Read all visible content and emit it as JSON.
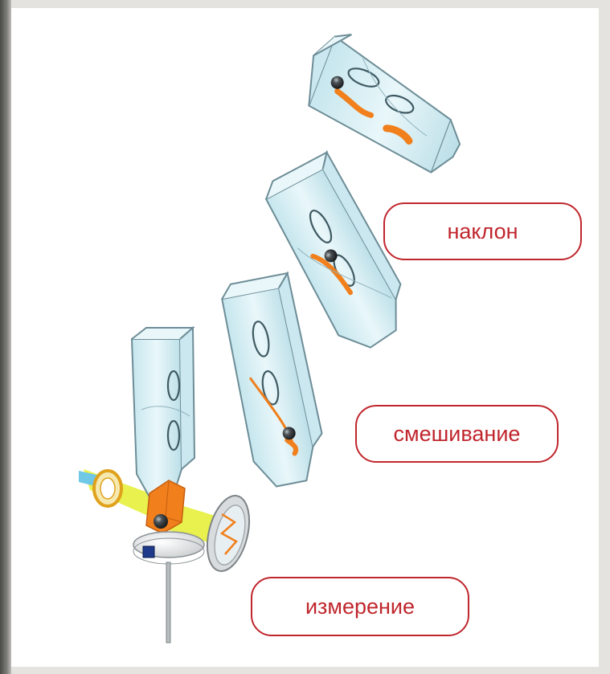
{
  "labels": {
    "tilt": "наклон",
    "mixing": "смешивание",
    "measurement": "измерение"
  },
  "colors": {
    "label_border": "#c0262d",
    "label_text": "#c0262d",
    "tube_fill": "#d7eef4",
    "tube_stroke": "#6d8d97",
    "sample": "#f07f1c",
    "light_beam": "#e6ef3a",
    "ball": "#2b2e30"
  },
  "icons": [
    "cuvette-icon",
    "steel-ball-icon",
    "light-source-icon",
    "photodetector-icon",
    "magnet-icon"
  ]
}
